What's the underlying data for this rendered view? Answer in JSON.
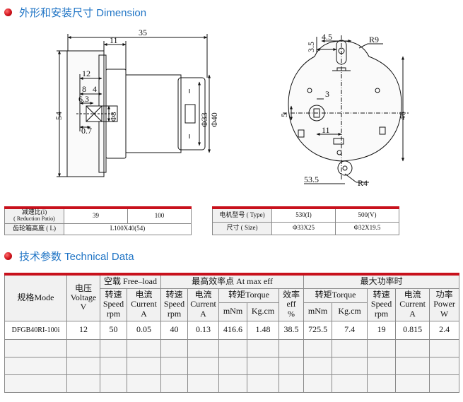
{
  "sections": {
    "dimension_title": "外形和安装尺寸 Dimension",
    "technical_title": "技术参数 Technical Data"
  },
  "drawing": {
    "left_labels": [
      "35",
      "11",
      "12",
      "8",
      "4",
      "6.3",
      "54",
      "0.7",
      "Φ8",
      "Φ33",
      "Φ40"
    ],
    "right_labels": [
      "4.5",
      "3.5",
      "R9",
      "3",
      "5",
      "11",
      "46",
      "53.5",
      "R4"
    ]
  },
  "ratio_table": {
    "row1_label": "减速比(i)",
    "row1_sub": "( Reduction Patio)",
    "row1_values": [
      "39",
      "100"
    ],
    "row2_label": "齿轮箱高度 ( L)",
    "row2_value": "L100X40(54)"
  },
  "motor_table": {
    "row1_label": "电机型号 ( Type)",
    "row1_values": [
      "530(I)",
      "500(V)"
    ],
    "row2_label": "尺寸 ( Size)",
    "row2_values": [
      "Φ33X25",
      "Φ32X19.5"
    ]
  },
  "tech_table": {
    "model_header": "规格Mode",
    "voltage_header": [
      "电压",
      "Voltage",
      "V"
    ],
    "free_load_header": "空载 Free–load",
    "max_eff_header": "最高效率点 At max eff",
    "max_power_header": "最大功率时",
    "speed_header": [
      "转速",
      "Speed",
      "rpm"
    ],
    "current_header": [
      "电流",
      "Current",
      "A"
    ],
    "torque_header": "转矩Torque",
    "eff_header": [
      "效率",
      "eff",
      "%"
    ],
    "power_header": [
      "功率",
      "Power",
      "W"
    ],
    "unit_mnm": "mNm",
    "unit_kgcm": "Kg.cm",
    "row": {
      "model": "DFGB40RI-100i",
      "voltage": "12",
      "free_speed": "50",
      "free_current": "0.05",
      "eff_speed": "40",
      "eff_current": "0.13",
      "eff_torque_mnm": "416.6",
      "eff_torque_kgcm": "1.48",
      "efficiency": "38.5",
      "max_torque_mnm": "725.5",
      "max_torque_kgcm": "7.4",
      "max_speed": "19",
      "max_current": "0.815",
      "max_power": "2.4"
    }
  },
  "colors": {
    "title_blue": "#1f74c5",
    "accent_red": "#c8111c",
    "bullet_red": "#d0121b"
  }
}
